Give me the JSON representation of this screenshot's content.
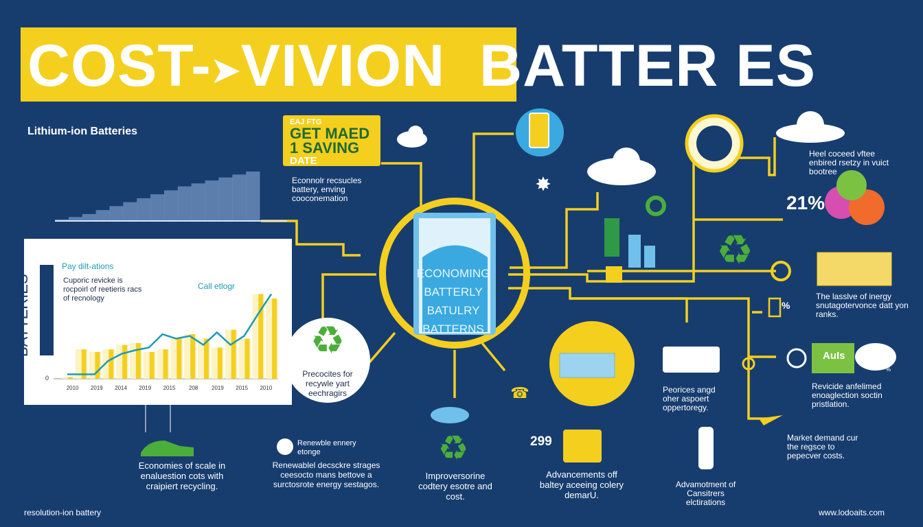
{
  "header": {
    "title_part1": "COST-",
    "title_part2": "VIVION",
    "title_part3": "BATTER ES"
  },
  "colors": {
    "background": "#173d6f",
    "accent": "#f4cf1e",
    "green": "#4cae3a",
    "blue": "#3aa9e0"
  },
  "left": {
    "section_title": "Lithium-ion Batteries",
    "area_chart": {
      "type": "area",
      "values": [
        3,
        8,
        14,
        22,
        30,
        38,
        46,
        54,
        62,
        70,
        76,
        82,
        88,
        94,
        100
      ]
    },
    "bar_chart": {
      "type": "bar",
      "y_axis_label": "BATTERIES",
      "zero_label": "0",
      "panel_title": "Pay dilt-ations",
      "panel_text": "Cuporic revicke is rocpoirl of reetieris racs of recnology",
      "annotation": "Call etlogr",
      "categories": [
        "2010",
        "2019",
        "2014",
        "2019",
        "2015",
        "208",
        "2019",
        "2015",
        "2010"
      ],
      "bars": [
        2,
        33,
        30,
        33,
        38,
        40,
        30,
        33,
        45,
        50,
        45,
        35,
        55,
        45,
        95,
        90
      ],
      "line": [
        5,
        5,
        5,
        20,
        28,
        32,
        35,
        50,
        45,
        48,
        38,
        52,
        38,
        48,
        72,
        95
      ]
    }
  },
  "badge": {
    "small": "EAJ FTG",
    "line1": "GET MAED",
    "line2": "1 SAVING",
    "line3": "DATE"
  },
  "badge_caption": "Econnolr recsucles battery, enving cooconemation",
  "battery_text": [
    "ECONOMING",
    "BATTERLY",
    "BATULRY",
    "BATTERNS"
  ],
  "recycle_caption": "Precocites for recywle yart eechragirs",
  "bottom": [
    {
      "text": "Economies of scale in enaluestion cots with craipiert recycling."
    },
    {
      "heading": "Renewble ennery etonge",
      "text": "Renewablel decsckre strages ceesocto mans bettove a surctosrote energy sestagos."
    },
    {
      "text": "Improversorine codtery esotre and cost."
    },
    {
      "number": "299",
      "text": "Advancements off baltey aceeing colery demarU."
    }
  ],
  "right": {
    "cloud_text": "Heel coceed vftee enbired rsetzy in vuict bootree",
    "percent": "21%",
    "energy_text": "The lasslve of inergy snutagotervonce datt yon ranks.",
    "percent_small": "%",
    "auls_label": "AuIs",
    "auls_pct": "%",
    "auls_text": "Revicide anfelimed enoaglection soctin pristlation.",
    "devices_text": "Peorices angd oher aspoert oppertoregy.",
    "market_text": "Market demand cur the regsce to pepecver costs.",
    "bottle_text": "Advamotment of Cansitrers elctirations"
  },
  "footer": {
    "left": "resolution-ion battery",
    "right": "www.lodoaits.com"
  }
}
